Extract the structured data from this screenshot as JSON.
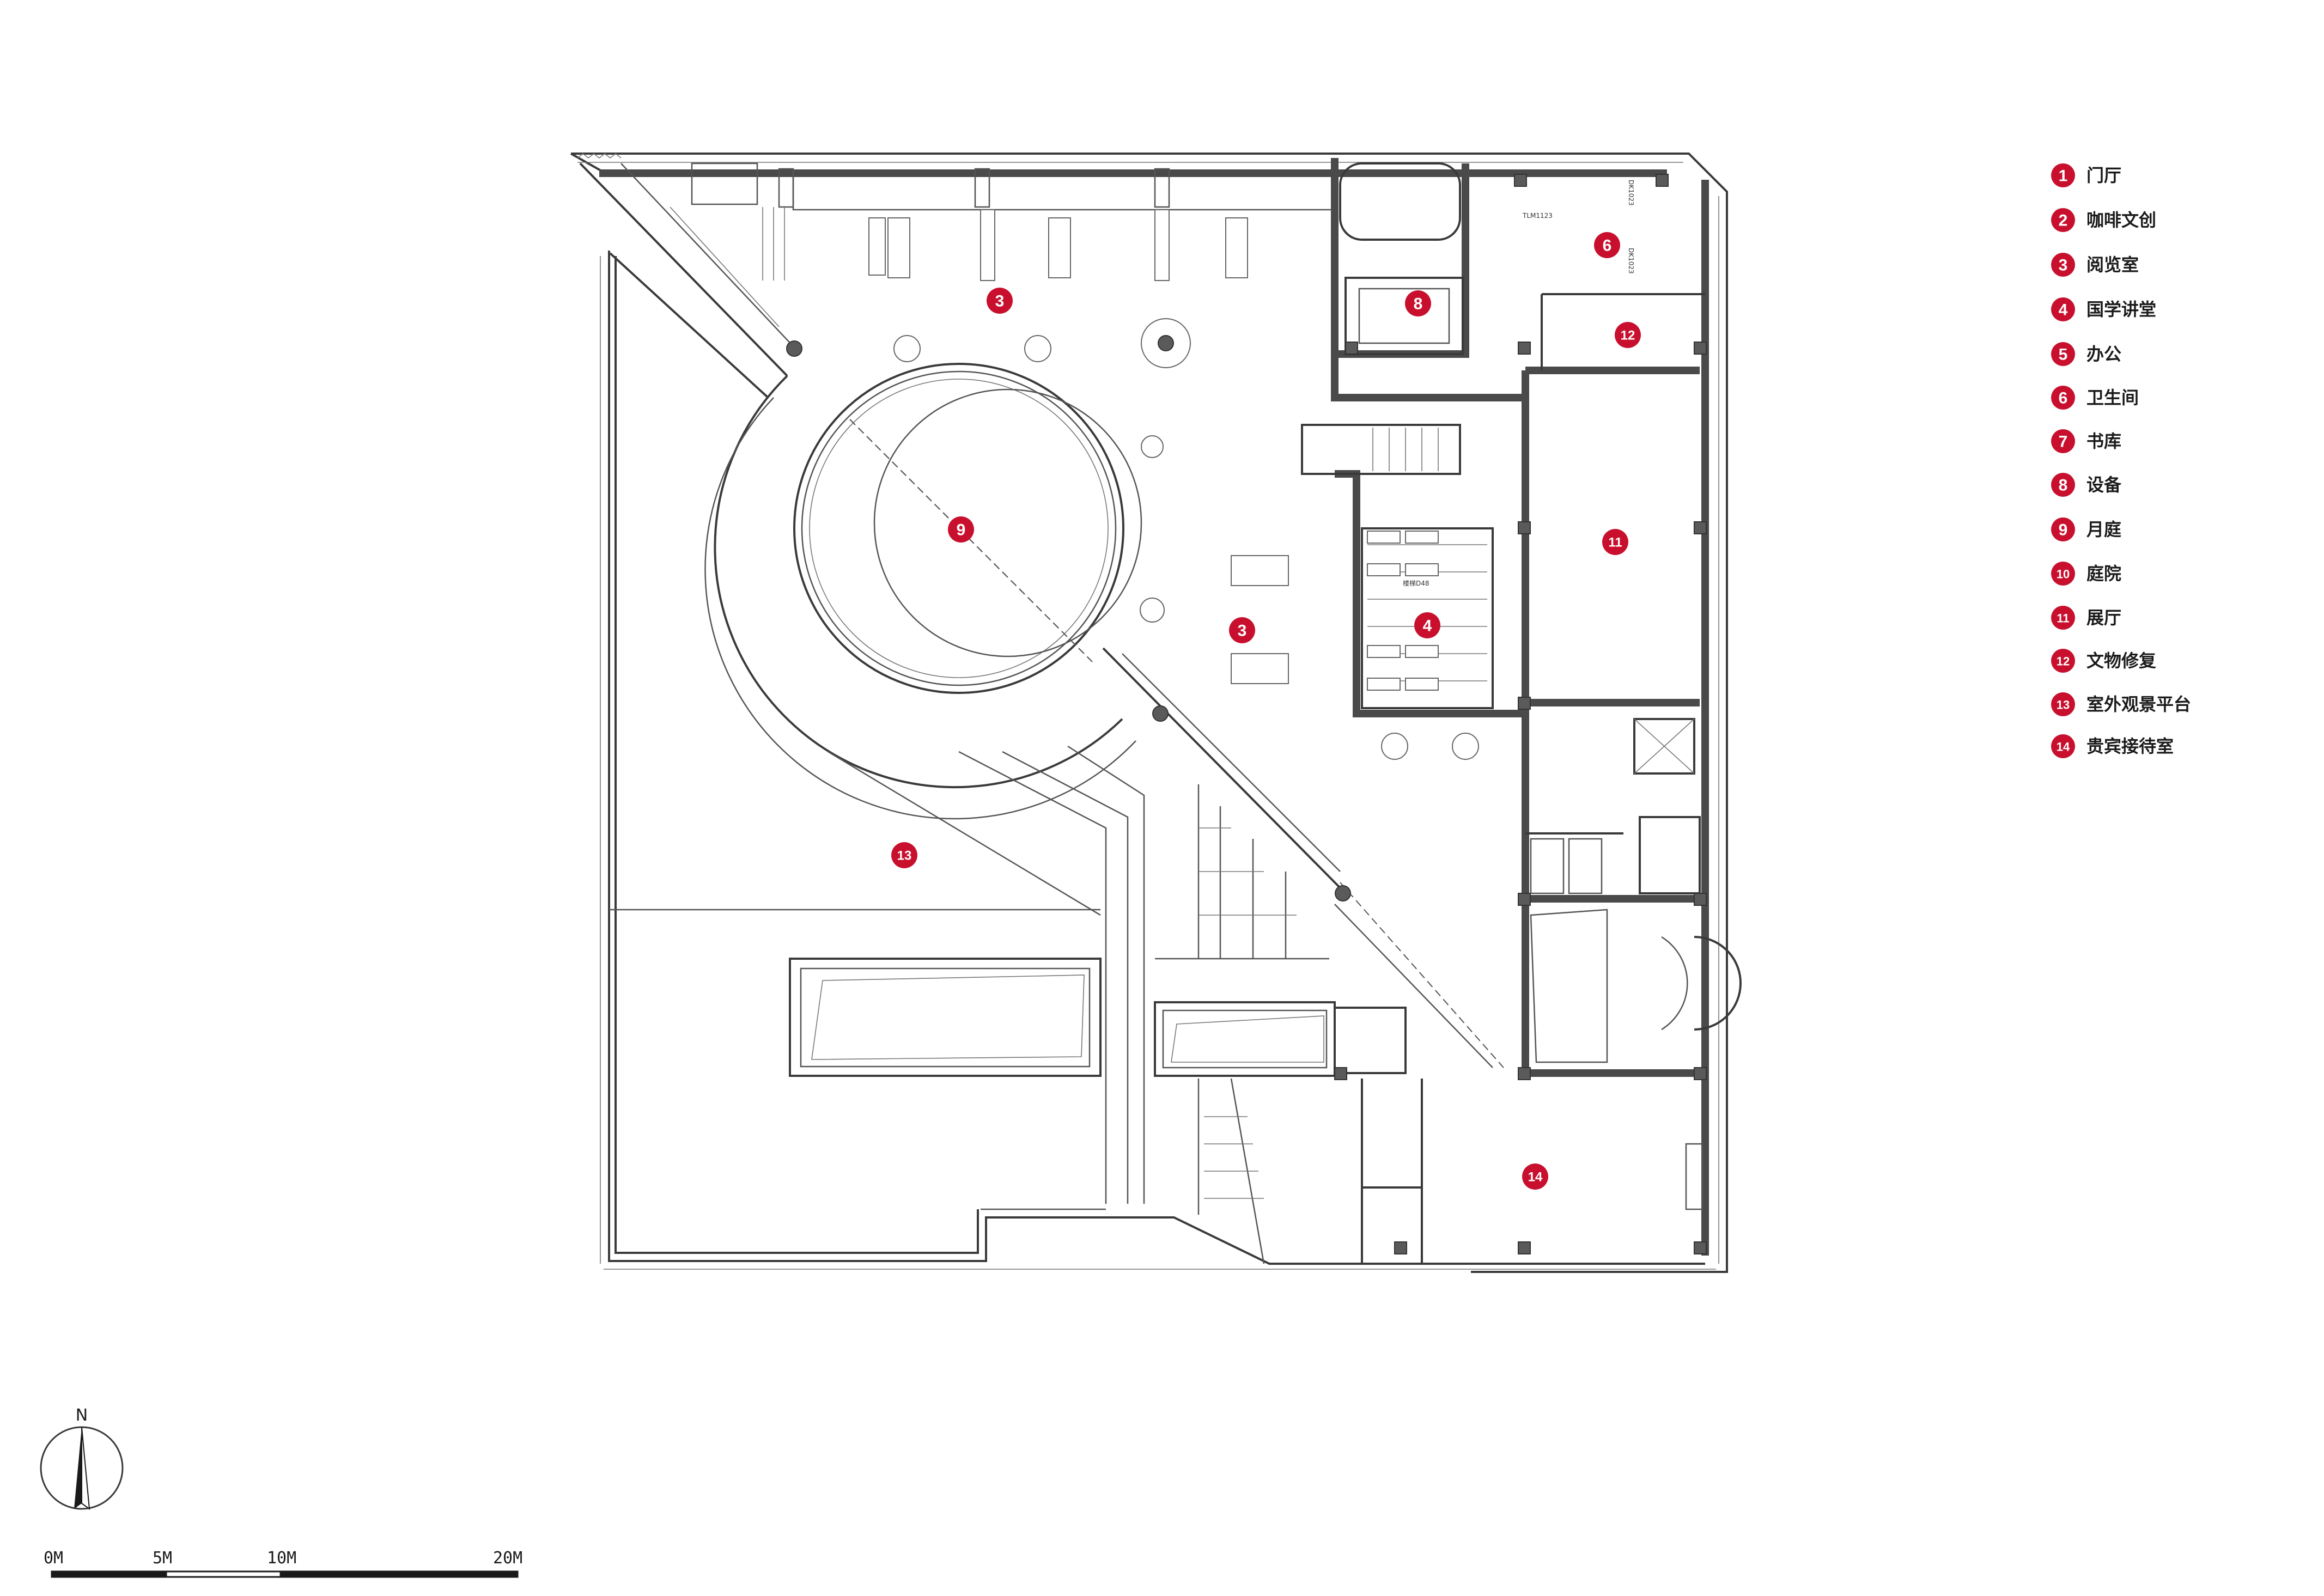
{
  "legend": [
    {
      "num": "1",
      "label": "门厅"
    },
    {
      "num": "2",
      "label": "咖啡文创"
    },
    {
      "num": "3",
      "label": "阅览室"
    },
    {
      "num": "4",
      "label": "国学讲堂"
    },
    {
      "num": "5",
      "label": "办公"
    },
    {
      "num": "6",
      "label": "卫生间"
    },
    {
      "num": "7",
      "label": "书库"
    },
    {
      "num": "8",
      "label": "设备"
    },
    {
      "num": "9",
      "label": "月庭"
    },
    {
      "num": "10",
      "label": "庭院"
    },
    {
      "num": "11",
      "label": "展厅"
    },
    {
      "num": "12",
      "label": "文物修复"
    },
    {
      "num": "13",
      "label": "室外观景平台"
    },
    {
      "num": "14",
      "label": "贵宾接待室"
    }
  ],
  "markers": {
    "m3a": "3",
    "m8": "8",
    "m6": "6",
    "m12": "12",
    "m9": "9",
    "m11": "11",
    "m3b": "3",
    "m4": "4",
    "m13": "13",
    "m14": "14"
  },
  "small_labels": {
    "stair_label": "楼梯D48",
    "door_a": "TLM1123",
    "door_b": "DK1023",
    "door_c": "DK1023"
  },
  "north": {
    "label": "N"
  },
  "scale": {
    "l0": "0M",
    "l5": "5M",
    "l10": "10M",
    "l20": "20M"
  },
  "colors": {
    "marker": "#c8102e",
    "line": "#3a3a3a"
  }
}
